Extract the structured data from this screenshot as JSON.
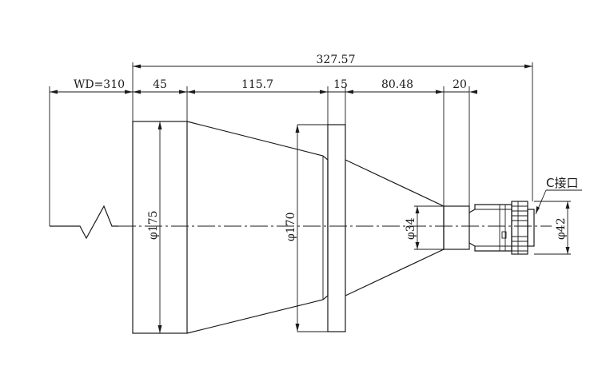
{
  "dimensions": {
    "total_length": "327.57",
    "working_distance": "WD=310",
    "segment_1": "45",
    "segment_2": "115.7",
    "segment_3": "15",
    "segment_4": "80.48",
    "segment_5": "20"
  },
  "diameters": {
    "front": "φ175",
    "flange": "φ170",
    "rear_barrel": "φ34",
    "mount": "φ42"
  },
  "callout": {
    "mount_label": "C接口"
  }
}
